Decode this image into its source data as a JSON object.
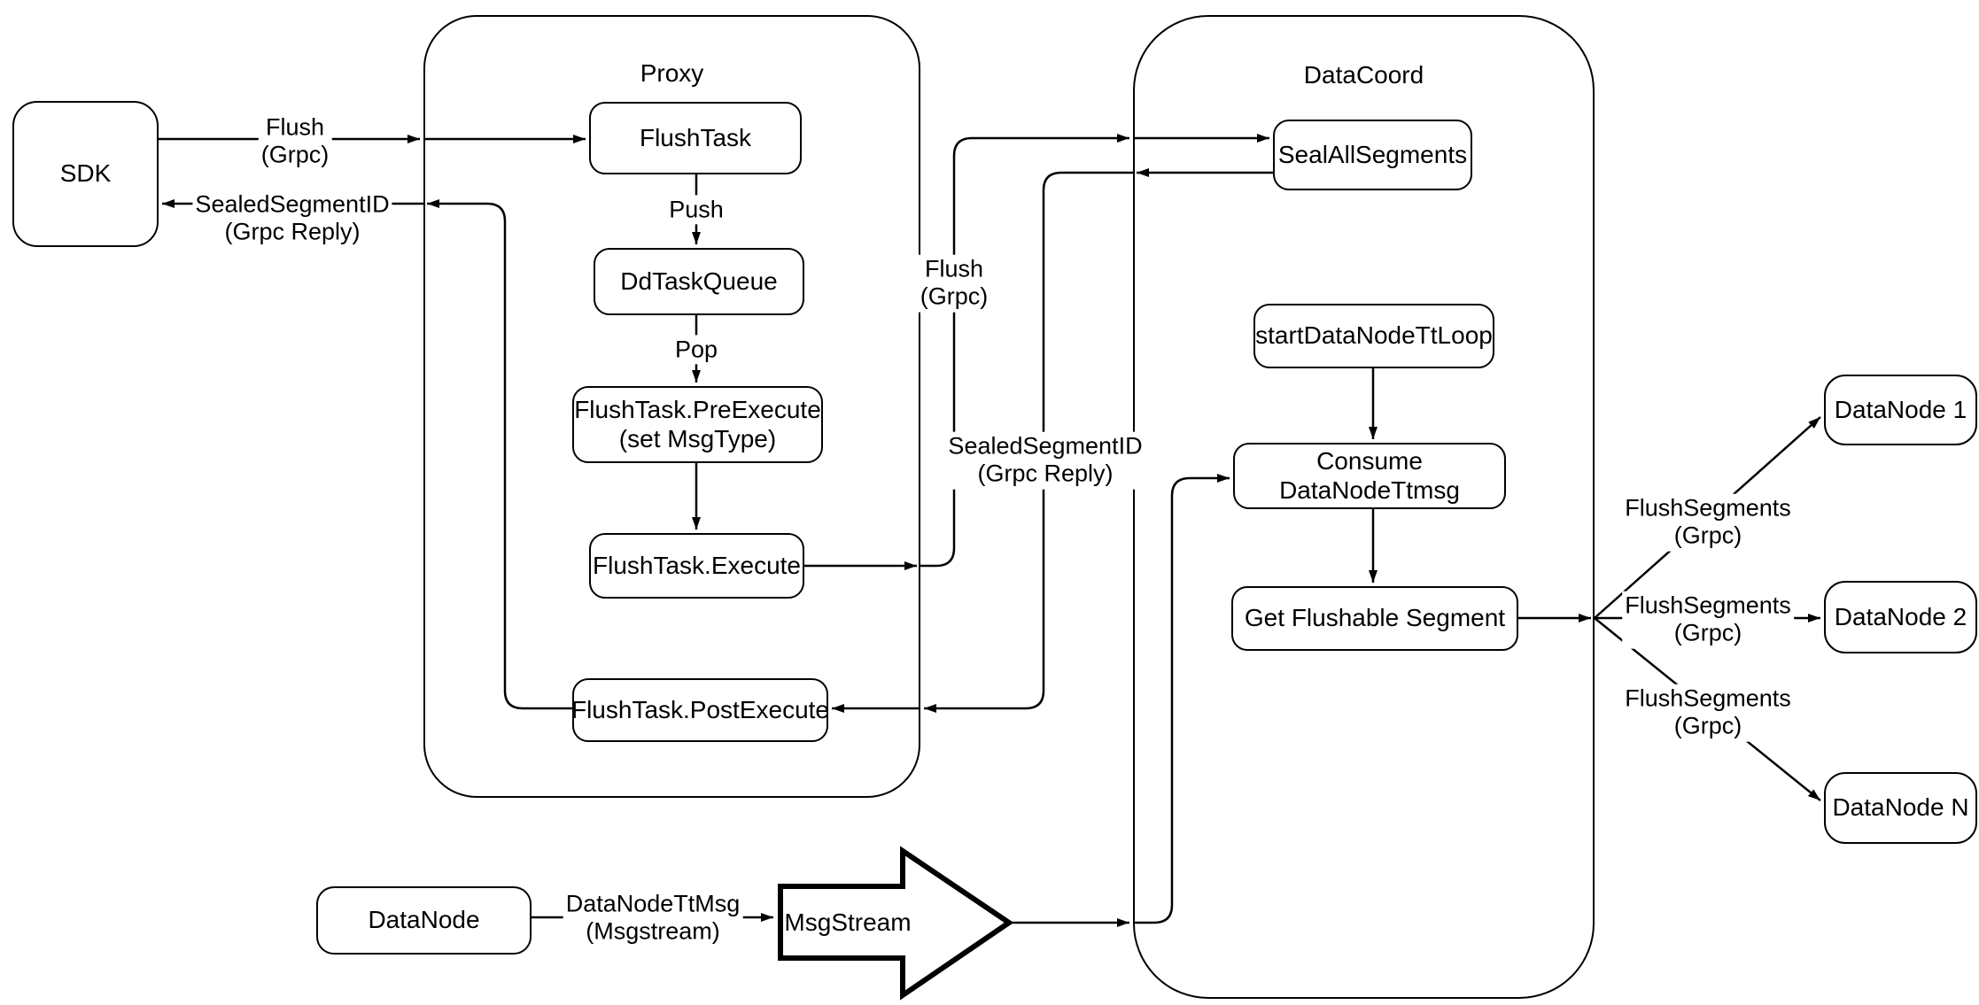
{
  "colors": {
    "stroke": "#000000",
    "background": "#ffffff"
  },
  "containers": {
    "proxy": {
      "title": "Proxy"
    },
    "datacoord": {
      "title": "DataCoord"
    }
  },
  "nodes": {
    "sdk": {
      "label": "SDK"
    },
    "flushTask": {
      "label": "FlushTask"
    },
    "ddTaskQueue": {
      "label": "DdTaskQueue"
    },
    "preExecute": {
      "line1": "FlushTask.PreExecute",
      "line2": "(set MsgType)"
    },
    "execute": {
      "label": "FlushTask.Execute"
    },
    "postExecute": {
      "label": "FlushTask.PostExecute"
    },
    "sealAllSegments": {
      "label": "SealAllSegments"
    },
    "startDataNodeTtLoop": {
      "label": "startDataNodeTtLoop"
    },
    "consumeDataNodeTtmsg": {
      "label": "Consume DataNodeTtmsg"
    },
    "getFlushableSegment": {
      "label": "Get Flushable Segment"
    },
    "dataNode1": {
      "label": "DataNode 1"
    },
    "dataNode2": {
      "label": "DataNode 2"
    },
    "dataNodeN": {
      "label": "DataNode N"
    },
    "dataNodeBottom": {
      "label": "DataNode"
    },
    "msgStream": {
      "label": "MsgStream"
    }
  },
  "edgeLabels": {
    "flushGrpcLeft": {
      "line1": "Flush",
      "line2": "(Grpc)"
    },
    "sealedReplyLeft": {
      "line1": "SealedSegmentID",
      "line2": "(Grpc Reply)"
    },
    "push": {
      "label": "Push"
    },
    "pop": {
      "label": "Pop"
    },
    "flushGrpcMid": {
      "line1": "Flush",
      "line2": "(Grpc)"
    },
    "sealedReplyMid": {
      "line1": "SealedSegmentID",
      "line2": "(Grpc Reply)"
    },
    "flushSegments1": {
      "line1": "FlushSegments",
      "line2": "(Grpc)"
    },
    "flushSegments2": {
      "line1": "FlushSegments",
      "line2": "(Grpc)"
    },
    "flushSegments3": {
      "line1": "FlushSegments",
      "line2": "(Grpc)"
    },
    "dataNodeTtMsg": {
      "line1": "DataNodeTtMsg",
      "line2": "(Msgstream)"
    }
  }
}
